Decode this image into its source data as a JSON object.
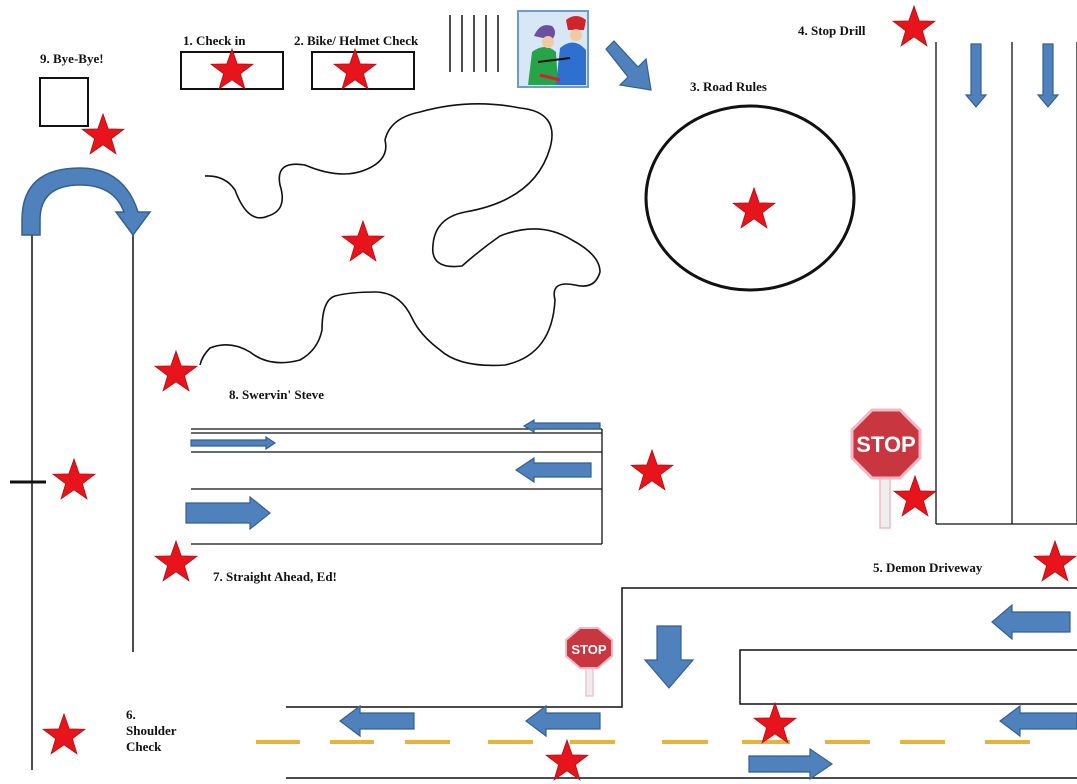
{
  "stations": {
    "check_in": "1. Check in",
    "bike_helmet_check": "2. Bike/ Helmet Check",
    "road_rules": "3. Road Rules",
    "stop_drill": "4. Stop Drill",
    "demon_driveway": "5. Demon Driveway",
    "shoulder_check": [
      "6.",
      "Shoulder",
      "Check"
    ],
    "straight_ahead": "7. Straight Ahead, Ed!",
    "swervin_steve": "8. Swervin' Steve",
    "bye_bye": "9. Bye-Bye!"
  },
  "signs": {
    "stop_text": "STOP"
  },
  "colors": {
    "star": "#e8141b",
    "arrow": "#4f81bd",
    "arrow_stroke": "#35608f",
    "lane_dash": "#e8b33a",
    "stop_sign": "#c8373f",
    "stop_sign_border": "#f2b8c6"
  },
  "icons": [
    "star-icon",
    "arrow-icon",
    "stop-sign-icon",
    "cyclists-clipart"
  ]
}
